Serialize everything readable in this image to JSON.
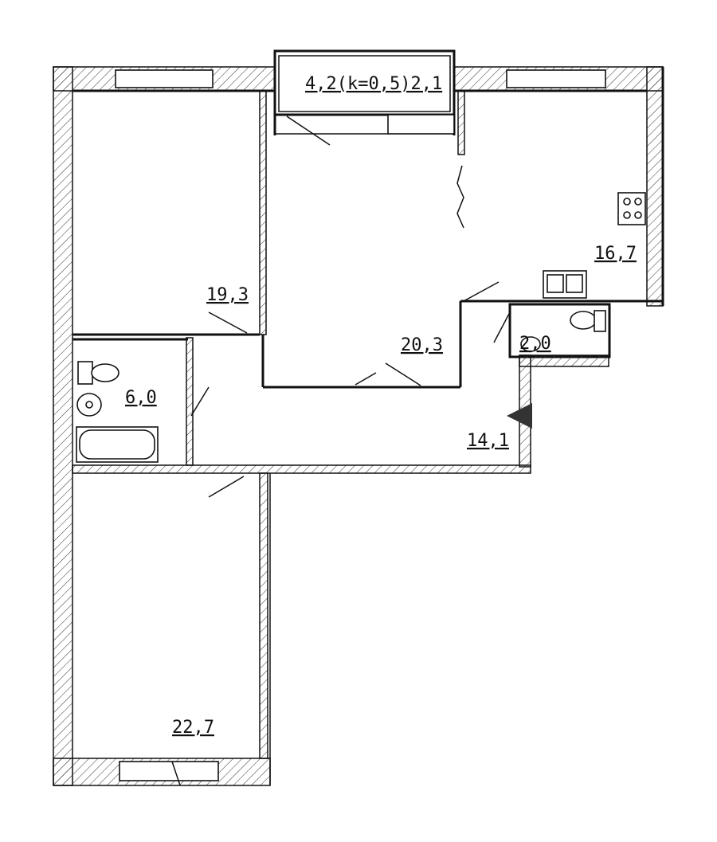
{
  "plan": {
    "rooms": [
      {
        "id": "bedroom-1",
        "area": "19,3"
      },
      {
        "id": "living",
        "area": "20,3"
      },
      {
        "id": "kitchen",
        "area": "16,7"
      },
      {
        "id": "bathroom",
        "area": "6,0"
      },
      {
        "id": "wc",
        "area": "2,0"
      },
      {
        "id": "hall",
        "area": "14,1"
      },
      {
        "id": "bedroom-2",
        "area": "22,7"
      }
    ],
    "balcony": {
      "label": "4,2(k=0,5)2,1"
    }
  }
}
